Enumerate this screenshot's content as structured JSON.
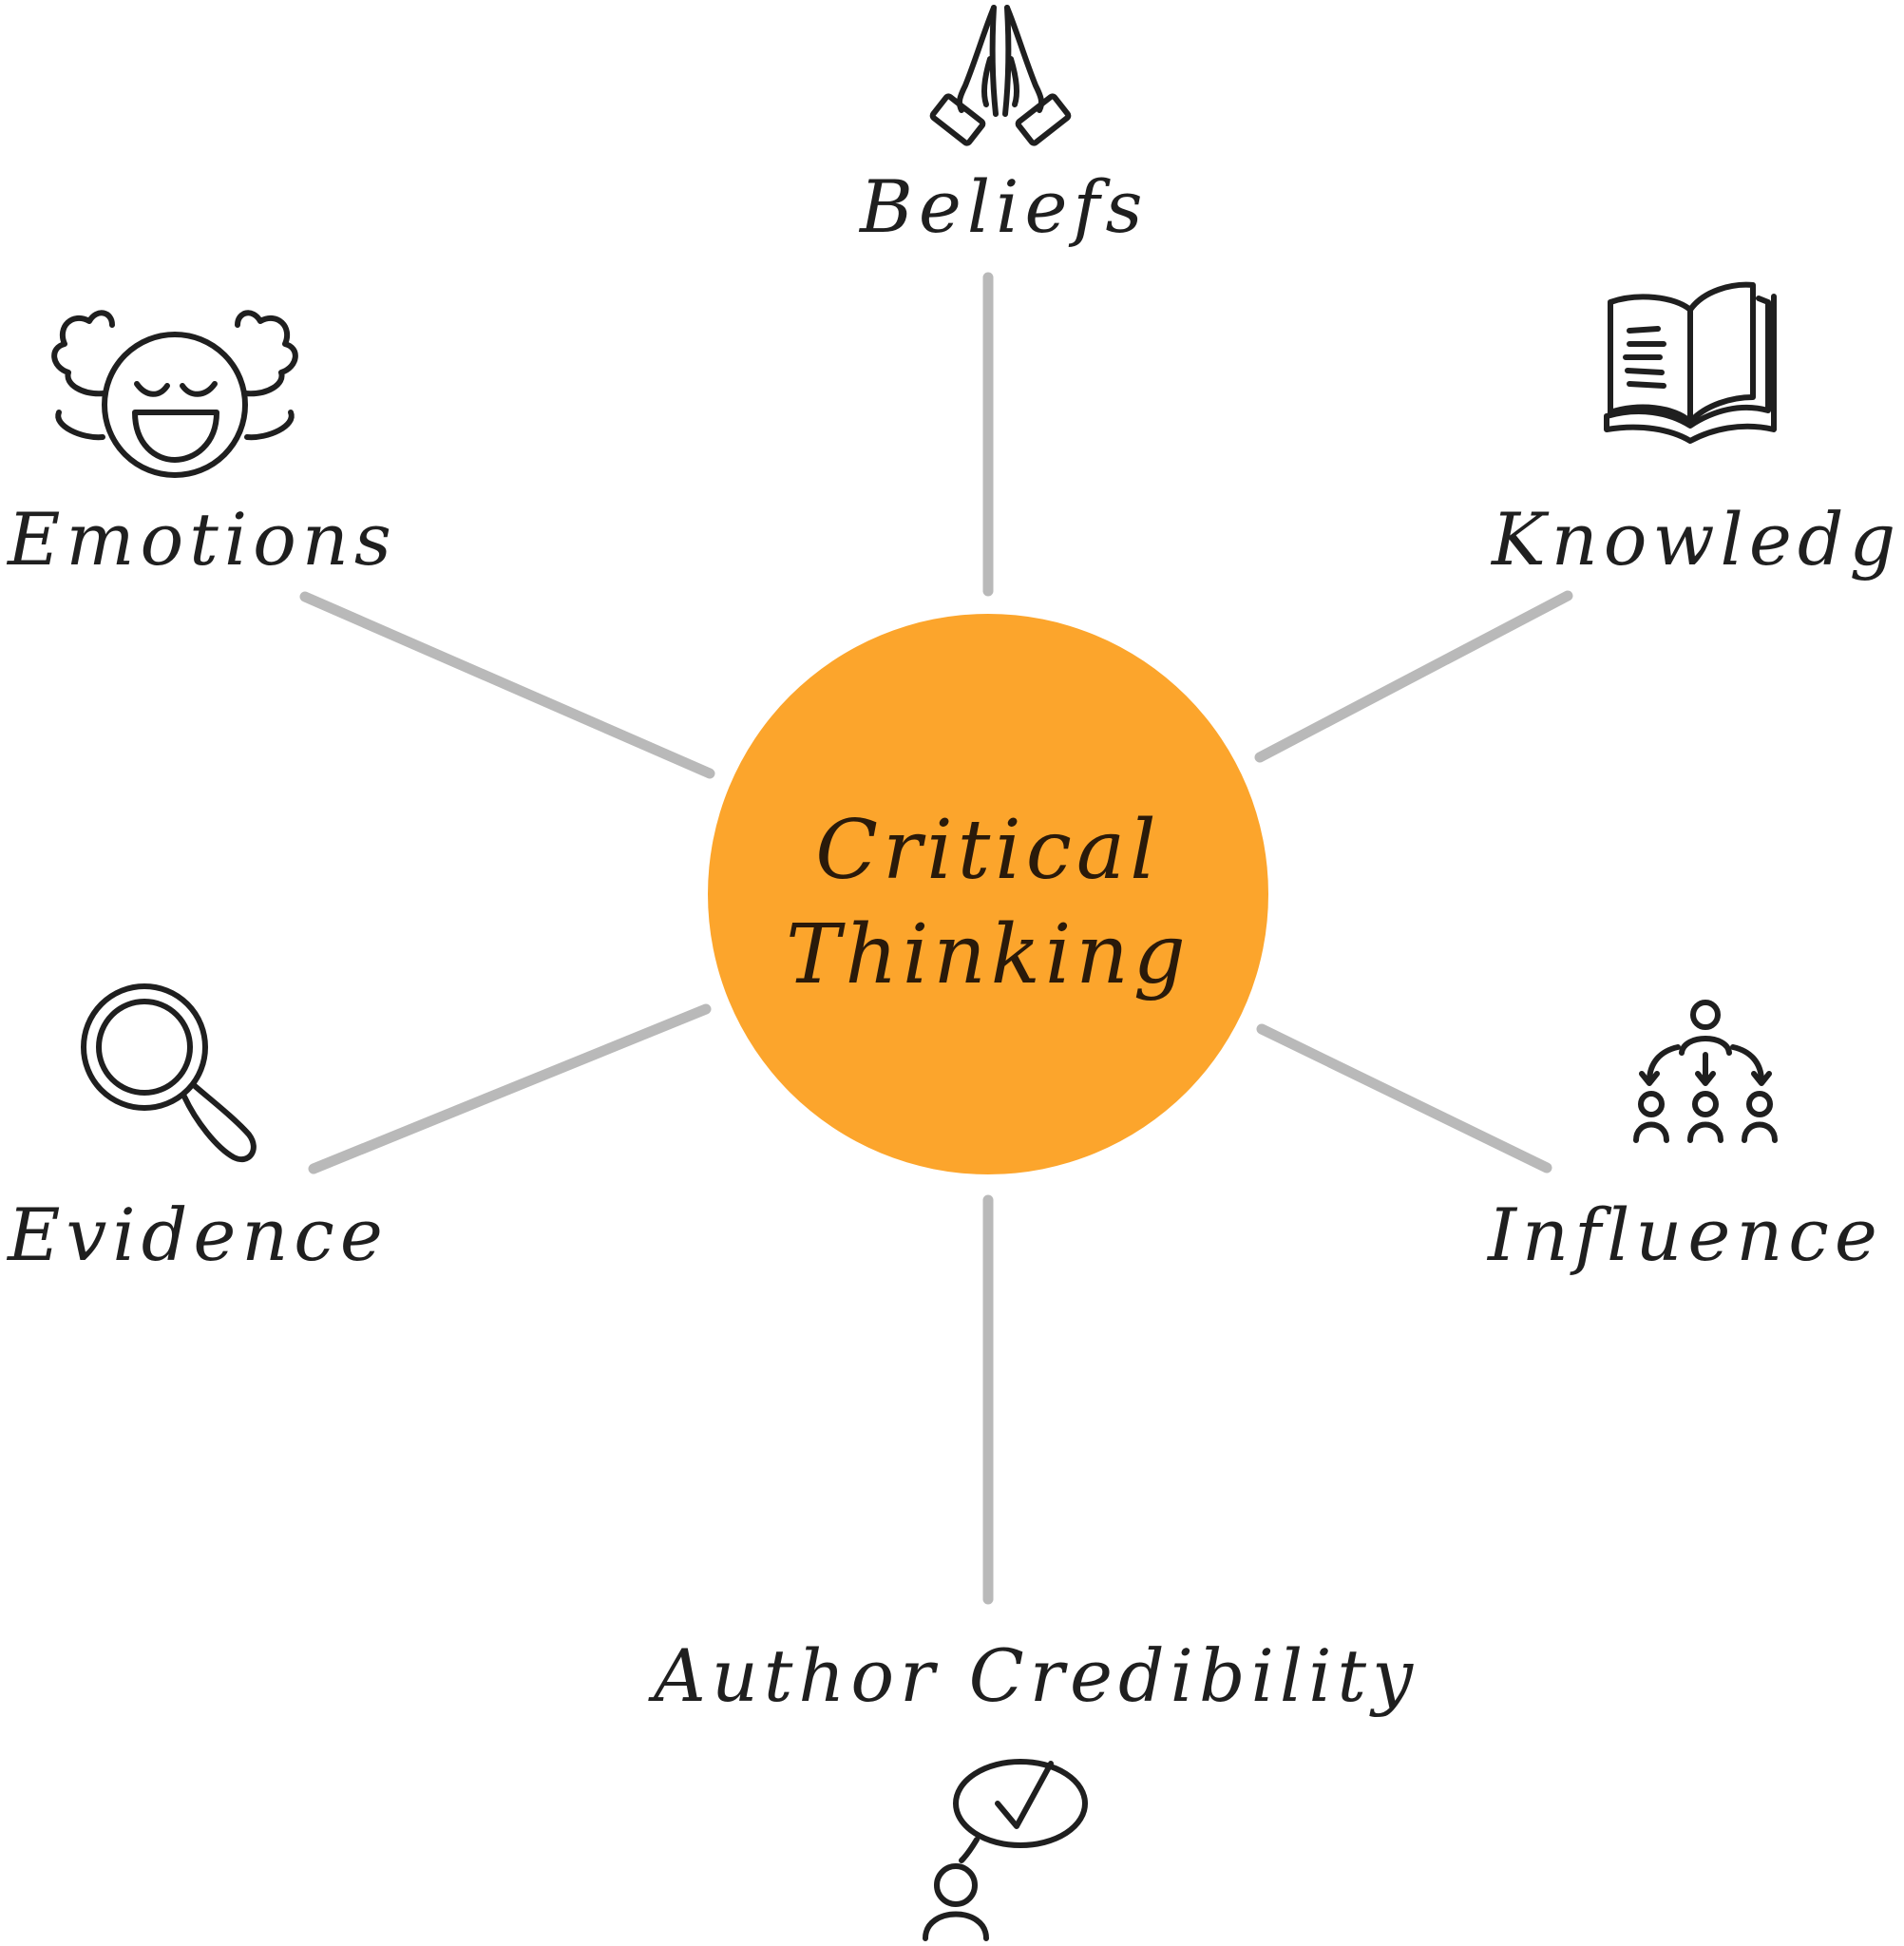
{
  "diagram": {
    "center": {
      "line1": "Critical",
      "line2": "Thinking"
    },
    "colors": {
      "hub": "#fca52c",
      "spoke": "#b9b9b9",
      "ink": "#1f1f1f"
    },
    "nodes": [
      {
        "key": "beliefs",
        "label": "Beliefs",
        "icon": "praying-hands-icon"
      },
      {
        "key": "knowledge",
        "label": "Knowledge",
        "icon": "open-book-icon"
      },
      {
        "key": "influence",
        "label": "Influence",
        "icon": "people-hierarchy-icon"
      },
      {
        "key": "author",
        "label": "Author Credibility",
        "icon": "person-check-icon"
      },
      {
        "key": "evidence",
        "label": "Evidence",
        "icon": "magnifying-glass-icon"
      },
      {
        "key": "emotions",
        "label": "Emotions",
        "icon": "winged-smiley-icon"
      }
    ]
  }
}
